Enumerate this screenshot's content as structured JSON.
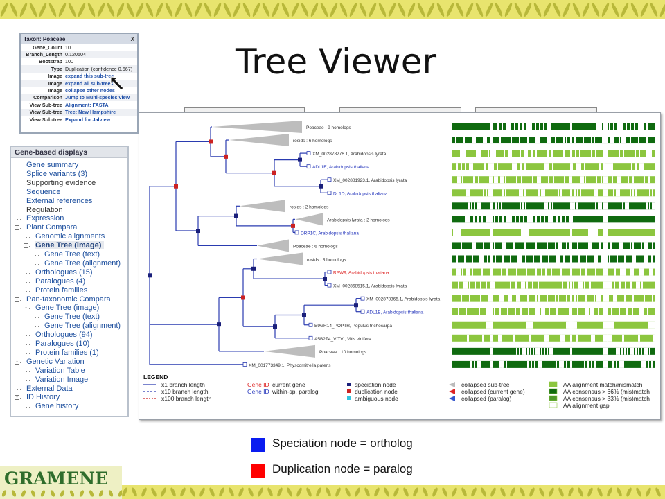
{
  "slide_title": "Tree Viewer",
  "taxon_popup": {
    "header": "Taxon: Poaceae",
    "close": "X",
    "rows": [
      {
        "key": "Gene_Count",
        "value": "10",
        "link": false
      },
      {
        "key": "Branch_Length",
        "value": "0.120504",
        "link": false
      },
      {
        "key": "Bootstrap",
        "value": "100",
        "link": false
      },
      {
        "key": "Type",
        "value": "Duplication (confidence 0.667)",
        "link": false
      },
      {
        "key": "Image",
        "value": "expand this sub-tree",
        "link": true
      },
      {
        "key": "Image",
        "value": "expand all sub-trees",
        "link": true
      },
      {
        "key": "Image",
        "value": "collapse other nodes",
        "link": true
      },
      {
        "key": "Comparison",
        "value": "Jump to Multi-species view",
        "link": true
      },
      {
        "key": "View Sub-tree",
        "value": "Alignment: FASTA",
        "link": true
      },
      {
        "key": "View Sub-tree",
        "value": "Tree: New Hampshire",
        "link": true
      },
      {
        "key": "View Sub-tree",
        "value": "Expand for Jalview",
        "link": true
      }
    ]
  },
  "gene_panel": {
    "header": "Gene-based displays",
    "items": [
      {
        "label": "Gene summary",
        "level": 0,
        "style": "link"
      },
      {
        "label": "Splice variants (3)",
        "level": 0,
        "style": "link"
      },
      {
        "label": "Supporting evidence",
        "level": 0,
        "style": "plain"
      },
      {
        "label": "Sequence",
        "level": 0,
        "style": "link"
      },
      {
        "label": "External references",
        "level": 0,
        "style": "link"
      },
      {
        "label": "Regulation",
        "level": 0,
        "style": "plain"
      },
      {
        "label": "Expression",
        "level": 0,
        "style": "link"
      },
      {
        "label": "Plant Compara",
        "level": 0,
        "style": "link",
        "box": "-"
      },
      {
        "label": "Genomic alignments",
        "level": 1,
        "style": "link"
      },
      {
        "label": "Gene Tree (image)",
        "level": 1,
        "style": "selected",
        "box": "-"
      },
      {
        "label": "Gene Tree (text)",
        "level": 2,
        "style": "link"
      },
      {
        "label": "Gene Tree (alignment)",
        "level": 2,
        "style": "link"
      },
      {
        "label": "Orthologues (15)",
        "level": 1,
        "style": "link"
      },
      {
        "label": "Paralogues (4)",
        "level": 1,
        "style": "link"
      },
      {
        "label": "Protein families",
        "level": 1,
        "style": "link"
      },
      {
        "label": "Pan-taxonomic Compara",
        "level": 0,
        "style": "link",
        "box": "-"
      },
      {
        "label": "Gene Tree (image)",
        "level": 1,
        "style": "link",
        "box": "-"
      },
      {
        "label": "Gene Tree (text)",
        "level": 2,
        "style": "link"
      },
      {
        "label": "Gene Tree (alignment)",
        "level": 2,
        "style": "link"
      },
      {
        "label": "Orthologues (94)",
        "level": 1,
        "style": "link"
      },
      {
        "label": "Paralogues (10)",
        "level": 1,
        "style": "link"
      },
      {
        "label": "Protein families (1)",
        "level": 1,
        "style": "link"
      },
      {
        "label": "Genetic Variation",
        "level": 0,
        "style": "link",
        "box": "-"
      },
      {
        "label": "Variation Table",
        "level": 1,
        "style": "link"
      },
      {
        "label": "Variation Image",
        "level": 1,
        "style": "link"
      },
      {
        "label": "External Data",
        "level": 0,
        "style": "link"
      },
      {
        "label": "ID History",
        "level": 0,
        "style": "link",
        "box": "-"
      },
      {
        "label": "Gene history",
        "level": 1,
        "style": "link"
      }
    ]
  },
  "tree": {
    "leaves": [
      {
        "label": "Poaceae : 9 homologs",
        "kind": "collapsed",
        "color": "#333333"
      },
      {
        "label": "rosids : 6 homologs",
        "kind": "collapsed",
        "color": "#333333"
      },
      {
        "label": "XM_002878276.1, Arabidopsis lyrata",
        "kind": "gene",
        "color": "#333333"
      },
      {
        "label": "ADL1E, Arabidopsis thaliana",
        "kind": "gene",
        "color": "#2233bb"
      },
      {
        "label": "XM_002881923.1, Arabidopsis lyrata",
        "kind": "gene",
        "color": "#333333"
      },
      {
        "label": "DL1D, Arabidopsis thaliana",
        "kind": "gene",
        "color": "#2233bb"
      },
      {
        "label": "rosids : 2 homologs",
        "kind": "collapsed",
        "color": "#333333"
      },
      {
        "label": "Arabidopsis lyrata : 2 homologs",
        "kind": "collapsed",
        "color": "#333333"
      },
      {
        "label": "DRP1C, Arabidopsis thaliana",
        "kind": "gene",
        "color": "#2233bb"
      },
      {
        "label": "Poaceae : 6 homologs",
        "kind": "collapsed",
        "color": "#333333"
      },
      {
        "label": "rosids : 3 homologs",
        "kind": "collapsed",
        "color": "#333333"
      },
      {
        "label": "RSW9, Arabidopsis thaliana",
        "kind": "gene",
        "color": "#dd2222"
      },
      {
        "label": "XM_002868515.1, Arabidopsis lyrata",
        "kind": "gene",
        "color": "#333333"
      },
      {
        "label": "XM_002878365.1, Arabidopsis lyrata",
        "kind": "gene",
        "color": "#333333"
      },
      {
        "label": "ADL1B, Arabidopsis thaliana",
        "kind": "gene",
        "color": "#2233bb"
      },
      {
        "label": "B9GR14_POPTR, Populus trichocarpa",
        "kind": "gene",
        "color": "#333333"
      },
      {
        "label": "A5B2T4_VITVI, Vitis vinifera",
        "kind": "gene",
        "color": "#333333"
      },
      {
        "label": "Poaceae : 10 homologs",
        "kind": "collapsed",
        "color": "#333333"
      },
      {
        "label": "XM_001773349.1, Physcomitrella patens",
        "kind": "gene",
        "color": "#333333"
      }
    ],
    "colors": {
      "branch": "#2a3bb0",
      "speciation": "#1a1f7a",
      "duplication": "#cc2222",
      "aln_dark": "#0f6a0f",
      "aln_light": "#8cc63f",
      "aln_gap": "#ffffff"
    },
    "legend": {
      "title": "LEGEND",
      "branch_lengths": [
        "x1 branch length",
        "x10 branch length",
        "x100 branch length"
      ],
      "gene_id": [
        {
          "tag": "Gene ID",
          "desc": "current gene",
          "color": "#dd2222"
        },
        {
          "tag": "Gene ID",
          "desc": "within-sp. paralog",
          "color": "#2233bb"
        }
      ],
      "nodes": [
        {
          "label": "speciation node",
          "color": "#1a1f7a"
        },
        {
          "label": "duplication node",
          "color": "#cc2222"
        },
        {
          "label": "ambiguous node",
          "color": "#33c5e0"
        }
      ],
      "collapsed": [
        {
          "label": "collapsed sub-tree",
          "color": "#bbbbbb"
        },
        {
          "label": "collapsed (current gene)",
          "color": "#dd2222"
        },
        {
          "label": "collapsed (paralog)",
          "color": "#3355cc"
        }
      ],
      "alignment": [
        {
          "label": "AA alignment match/mismatch",
          "color": "#8cc63f"
        },
        {
          "label": "AA consensus > 66% (mis)match",
          "color": "#0f6a0f"
        },
        {
          "label": "AA consensus > 33% (mis)match",
          "color": "#4f9a2a"
        },
        {
          "label": "AA alignment gap",
          "color": "#ffffff"
        }
      ]
    }
  },
  "node_key": [
    {
      "label": "Speciation node  = ortholog",
      "color": "#0a1cf0"
    },
    {
      "label": "Duplication node = paralog",
      "color": "#ff0000"
    }
  ],
  "logo": "GRAMENE"
}
